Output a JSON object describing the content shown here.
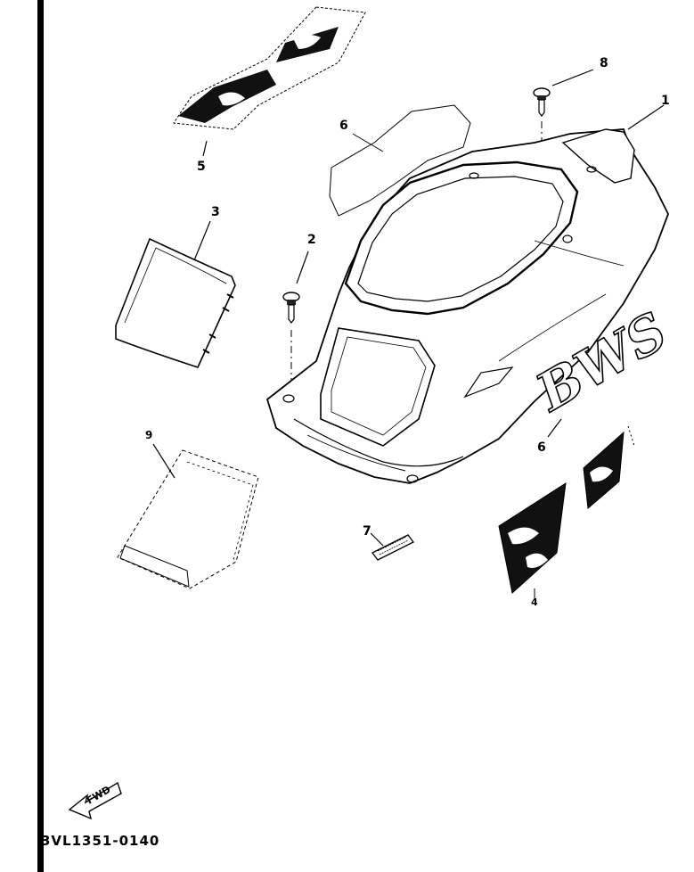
{
  "diagram": {
    "callouts": [
      {
        "id": "1",
        "label": "1"
      },
      {
        "id": "2",
        "label": "2"
      },
      {
        "id": "3",
        "label": "3"
      },
      {
        "id": "4",
        "label": "4"
      },
      {
        "id": "5",
        "label": "5"
      },
      {
        "id": "6a",
        "label": "6"
      },
      {
        "id": "6b",
        "label": "6"
      },
      {
        "id": "7",
        "label": "7"
      },
      {
        "id": "8",
        "label": "8"
      },
      {
        "id": "9",
        "label": "9"
      }
    ],
    "emblem_text": "BWS",
    "fwd_label": "FWD",
    "code": "3VL1351-0140"
  }
}
